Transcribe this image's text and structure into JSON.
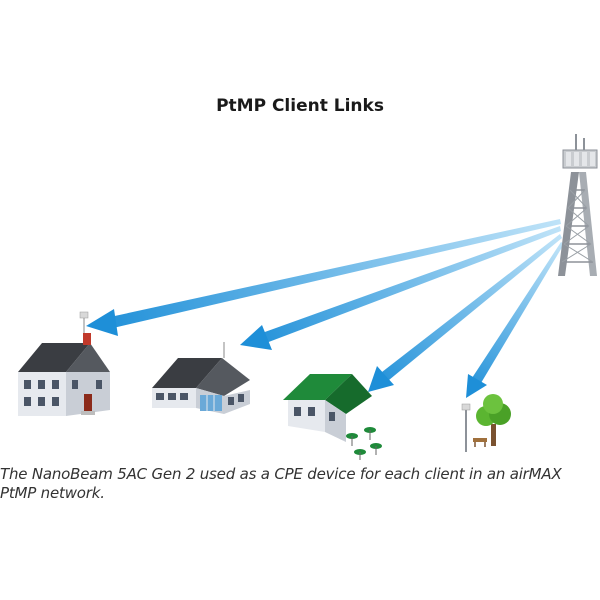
{
  "diagram": {
    "title": "PtMP Client Links",
    "caption": "The NanoBeam 5AC Gen 2 used as a CPE device for each client in an airMAX PtMP network.",
    "nodes": [
      {
        "id": "tower",
        "icon": "cell-tower-icon"
      },
      {
        "id": "client-house",
        "icon": "house-icon"
      },
      {
        "id": "client-office",
        "icon": "office-building-icon"
      },
      {
        "id": "client-cafe",
        "icon": "cafe-building-icon"
      },
      {
        "id": "client-park",
        "icon": "park-tree-icon"
      }
    ],
    "links": [
      {
        "from": "tower",
        "to": "client-house"
      },
      {
        "from": "tower",
        "to": "client-office"
      },
      {
        "from": "tower",
        "to": "client-cafe"
      },
      {
        "from": "tower",
        "to": "client-park"
      }
    ],
    "colors": {
      "link": "#1e8fd8",
      "link_light": "#bfe3f8",
      "roof_dark": "#3a3d42",
      "roof_green": "#1f8a3a",
      "wall": "#e6e9ee",
      "tree": "#5bb531"
    }
  }
}
